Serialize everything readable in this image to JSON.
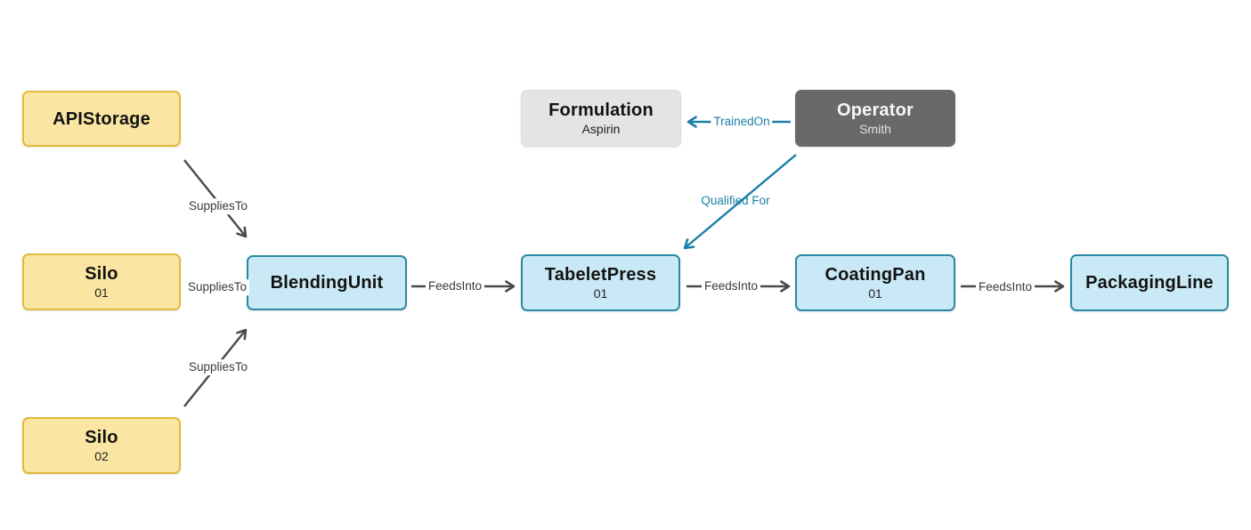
{
  "nodes": {
    "api_storage": {
      "title": "APIStorage"
    },
    "silo_01": {
      "title": "Silo",
      "subtitle": "01"
    },
    "silo_02": {
      "title": "Silo",
      "subtitle": "02"
    },
    "blending_unit": {
      "title": "BlendingUnit"
    },
    "tablet_press": {
      "title": "TabeletPress",
      "subtitle": "01"
    },
    "coating_pan": {
      "title": "CoatingPan",
      "subtitle": "01"
    },
    "packaging_line": {
      "title": "PackagingLine"
    },
    "formulation": {
      "title": "Formulation",
      "subtitle": "Aspirin"
    },
    "operator": {
      "title": "Operator",
      "subtitle": "Smith"
    }
  },
  "edges": {
    "api_to_blending": {
      "label": "SuppliesTo",
      "from": "APIStorage",
      "to": "BlendingUnit"
    },
    "silo01_to_blending": {
      "label": "SuppliesTo",
      "from": "Silo 01",
      "to": "BlendingUnit"
    },
    "silo02_to_blending": {
      "label": "SuppliesTo",
      "from": "Silo 02",
      "to": "BlendingUnit"
    },
    "blending_to_press": {
      "label": "FeedsInto",
      "from": "BlendingUnit",
      "to": "TabeletPress"
    },
    "press_to_coating": {
      "label": "FeedsInto",
      "from": "TabeletPress",
      "to": "CoatingPan"
    },
    "coating_to_packaging": {
      "label": "FeedsInto",
      "from": "CoatingPan",
      "to": "PackagingLine"
    },
    "operator_to_formulation": {
      "label": "TrainedOn",
      "from": "Operator",
      "to": "Formulation"
    },
    "operator_to_press": {
      "label": "Qualified For",
      "from": "Operator",
      "to": "TabeletPress"
    }
  },
  "colors": {
    "material_fill": "#fae6a2",
    "material_border": "#e2b93c",
    "equipment_fill": "#c9e9f6",
    "equipment_border": "#2b89a4",
    "formulation_fill": "#e4e4e4",
    "operator_fill": "#696969",
    "edge_gray": "#4a4a4a",
    "edge_teal": "#1b80a6"
  }
}
